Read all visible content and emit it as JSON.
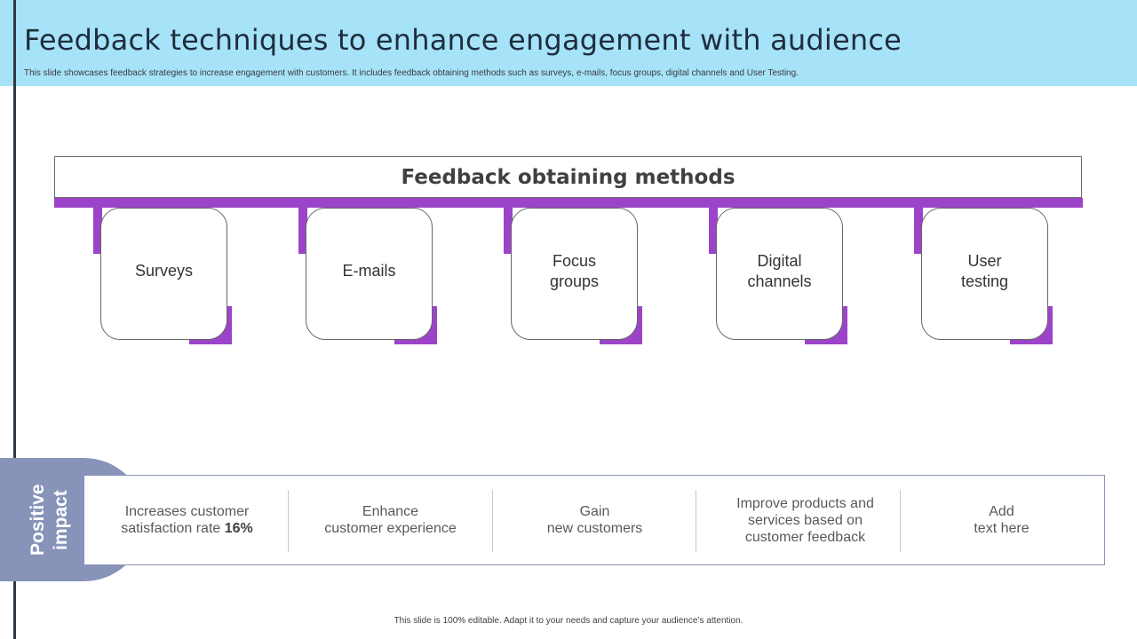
{
  "header": {
    "title": "Feedback techniques to enhance engagement with audience",
    "subtitle": "This slide showcases feedback strategies to increase engagement with customers. It includes feedback obtaining methods such as surveys, e-mails, focus groups, digital channels and User Testing."
  },
  "methods": {
    "heading": "Feedback obtaining methods",
    "items": [
      {
        "label": "Surveys"
      },
      {
        "label": "E-mails"
      },
      {
        "label": "Focus\ngroups"
      },
      {
        "label": "Digital\nchannels"
      },
      {
        "label": "User\ntesting"
      }
    ]
  },
  "impact": {
    "label": "Positive\nimpact",
    "items": [
      {
        "text_before": "Increases customer\nsatisfaction rate ",
        "highlight": "16%"
      },
      {
        "text_before": "Enhance\ncustomer experience",
        "highlight": ""
      },
      {
        "text_before": "Gain\nnew customers",
        "highlight": ""
      },
      {
        "text_before": "Improve products and\nservices based on\ncustomer feedback",
        "highlight": ""
      },
      {
        "text_before": "Add\ntext here",
        "highlight": ""
      }
    ]
  },
  "footer": {
    "text": "This slide is 100% editable. Adapt it to your needs and capture your audience’s attention."
  },
  "colors": {
    "header_bg": "#a6e3f9",
    "accent_purple": "#9b44c9",
    "impact_blue": "#8793b8"
  }
}
